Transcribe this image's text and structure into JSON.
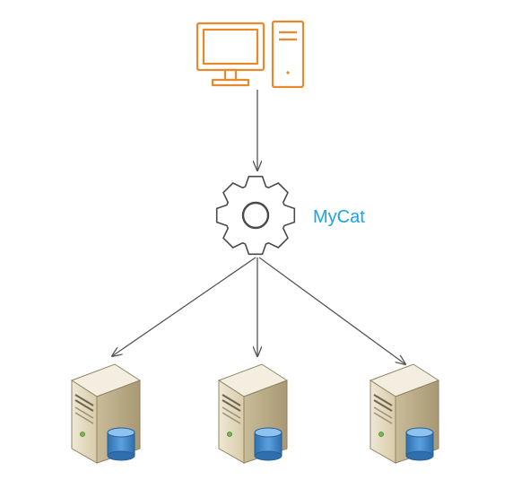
{
  "diagram": {
    "proxy_label": "MyCat",
    "colors": {
      "client": "#E8892B",
      "proxy_label": "#1AA3E8",
      "gear": "#4A4A4A",
      "connector": "#555555",
      "server_body": "#E6DCC4",
      "server_shade": "#B7AA89",
      "database": "#3F86C9"
    },
    "nodes": [
      {
        "id": "client",
        "icon": "desktop-computer-icon"
      },
      {
        "id": "proxy",
        "icon": "gear-icon"
      },
      {
        "id": "server-1",
        "icon": "database-server-icon"
      },
      {
        "id": "server-2",
        "icon": "database-server-icon"
      },
      {
        "id": "server-3",
        "icon": "database-server-icon"
      }
    ],
    "edges": [
      {
        "from": "client",
        "to": "proxy"
      },
      {
        "from": "proxy",
        "to": "server-1"
      },
      {
        "from": "proxy",
        "to": "server-2"
      },
      {
        "from": "proxy",
        "to": "server-3"
      }
    ]
  }
}
